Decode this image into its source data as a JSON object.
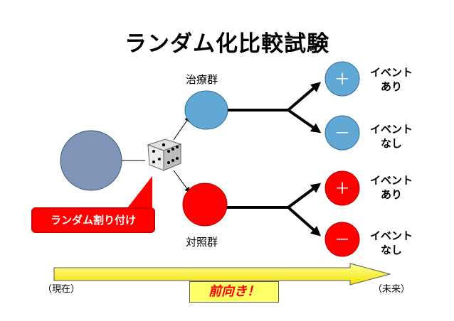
{
  "title": "ランダム化比較試験",
  "treatment_label": "治療群",
  "control_label": "対照群",
  "randomization_label": "ランダム割り付け",
  "forward_label": "前向き！",
  "time_start": "（現在）",
  "time_end": "（未来）",
  "outcomes": {
    "treatment_plus": {
      "sign": "＋",
      "line1": "イベント",
      "line2": "あり"
    },
    "treatment_minus": {
      "sign": "－",
      "line1": "イベント",
      "line2": "なし"
    },
    "control_plus": {
      "sign": "＋",
      "line1": "イベント",
      "line2": "あり"
    },
    "control_minus": {
      "sign": "－",
      "line1": "イベント",
      "line2": "なし"
    }
  },
  "colors": {
    "population": "#7f96b8",
    "treatment": "#62a8d4",
    "control": "#ff0000",
    "randomization_box": "#ff0000",
    "forward_box": "#ffff66",
    "timeline_arrow": "#ffff44"
  }
}
